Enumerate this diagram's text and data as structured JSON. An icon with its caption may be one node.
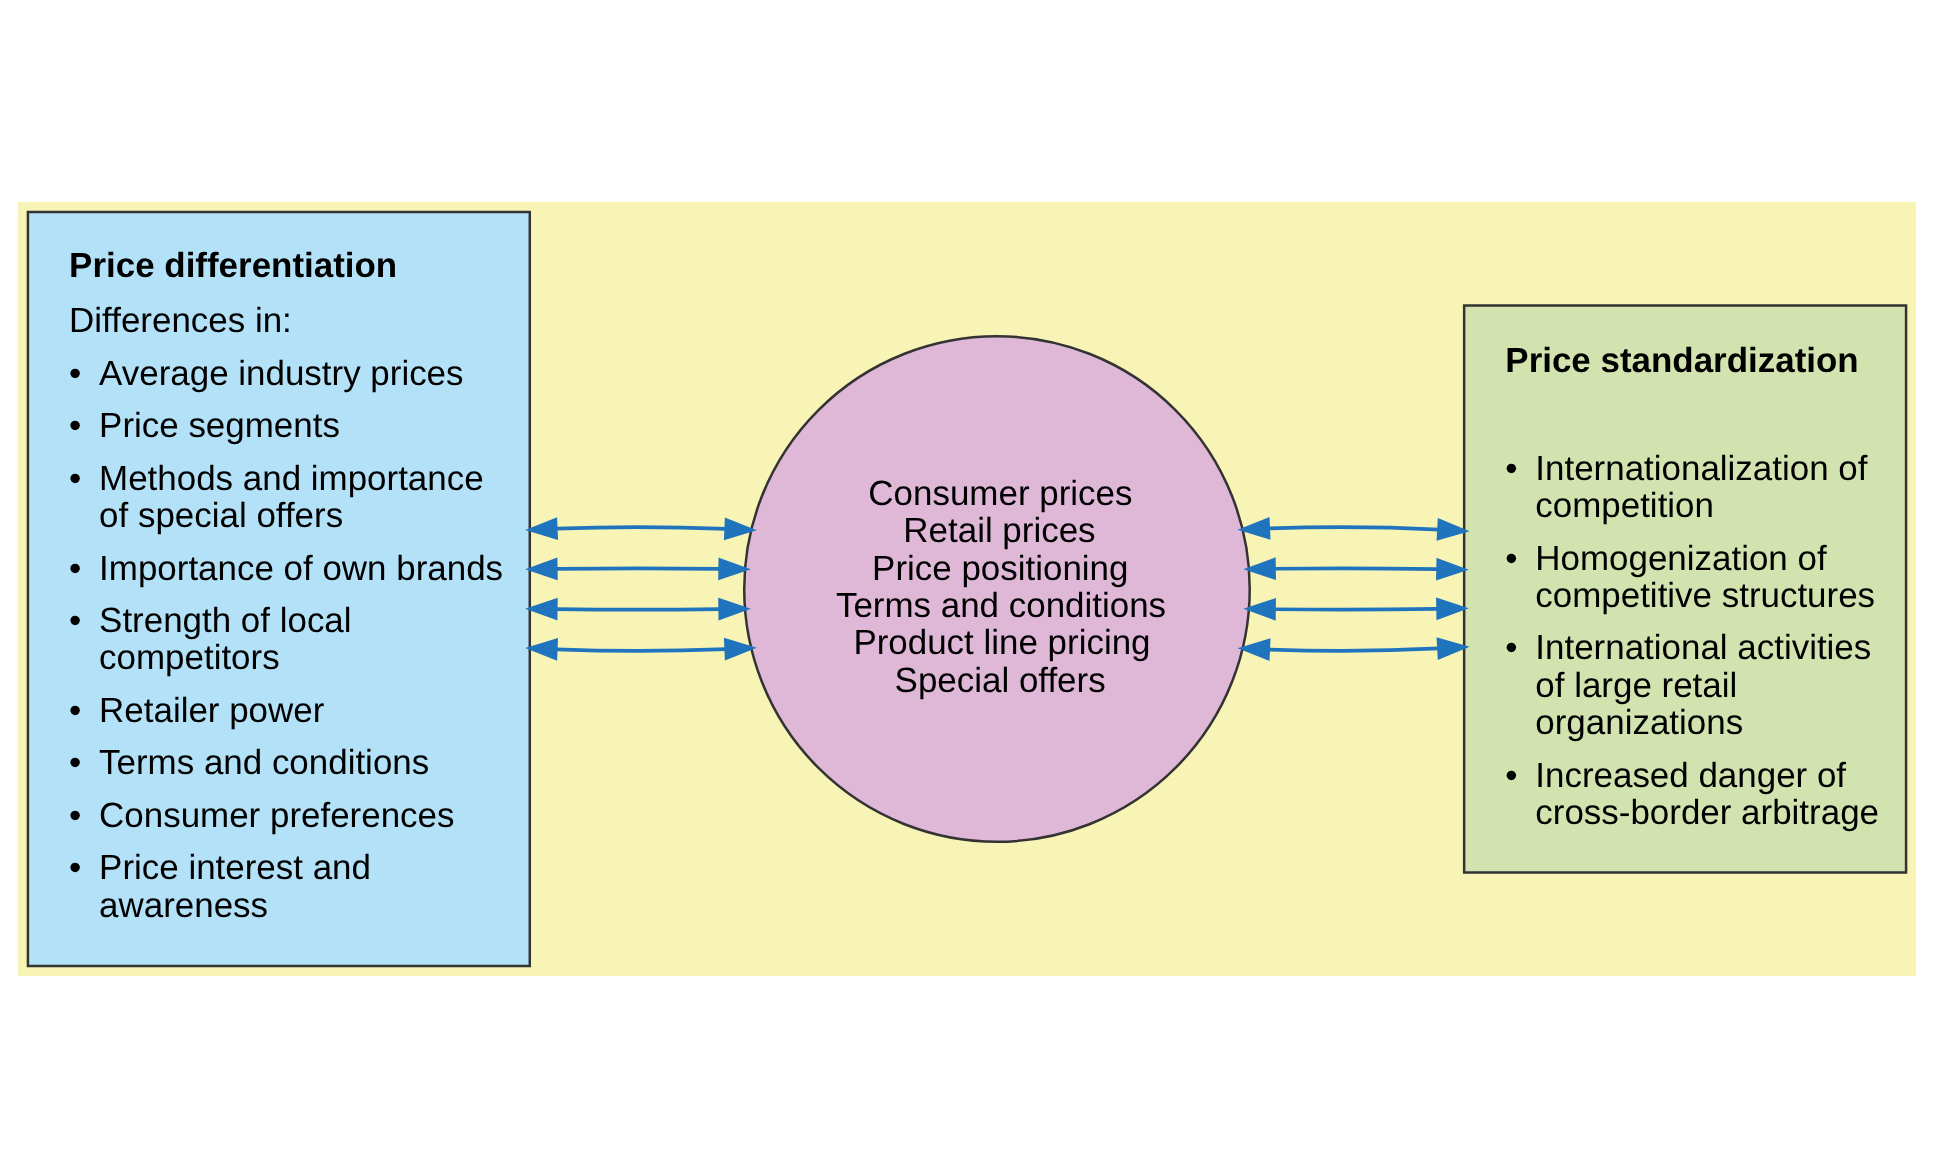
{
  "diagram": {
    "nodes": [
      {
        "text": [
          "Price differentiation",
          "Differences in:",
          "• Average industry prices",
          "• Price segments",
          "• Methods and importance of special offers",
          "• Importance of own brands",
          "• Strength of local competitors",
          "• Retailer power",
          "• Terms and conditions",
          "• Consumer preferences",
          "• Price interest and awareness"
        ]
      },
      {
        "text": [
          "Consumer prices",
          "Retail prices",
          "Price positioning",
          "Terms and conditions",
          "Product line pricing",
          "Special offers"
        ]
      },
      {
        "text": [
          "Price standardization",
          "• Internationalization of competition",
          "• Homogenization of competitive structures",
          "• International activities of large retail organizations",
          "• Increased danger of cross-border arbitrage"
        ]
      }
    ],
    "edges": [
      {
        "from": 0,
        "to": 1,
        "arrow": "both"
      },
      {
        "from": 0,
        "to": 1,
        "arrow": "both"
      },
      {
        "from": 0,
        "to": 1,
        "arrow": "both"
      },
      {
        "from": 0,
        "to": 1,
        "arrow": "both"
      },
      {
        "from": 1,
        "to": 2,
        "arrow": "both"
      },
      {
        "from": 1,
        "to": 2,
        "arrow": "both"
      },
      {
        "from": 1,
        "to": 2,
        "arrow": "both"
      },
      {
        "from": 1,
        "to": 2,
        "arrow": "both"
      }
    ]
  }
}
